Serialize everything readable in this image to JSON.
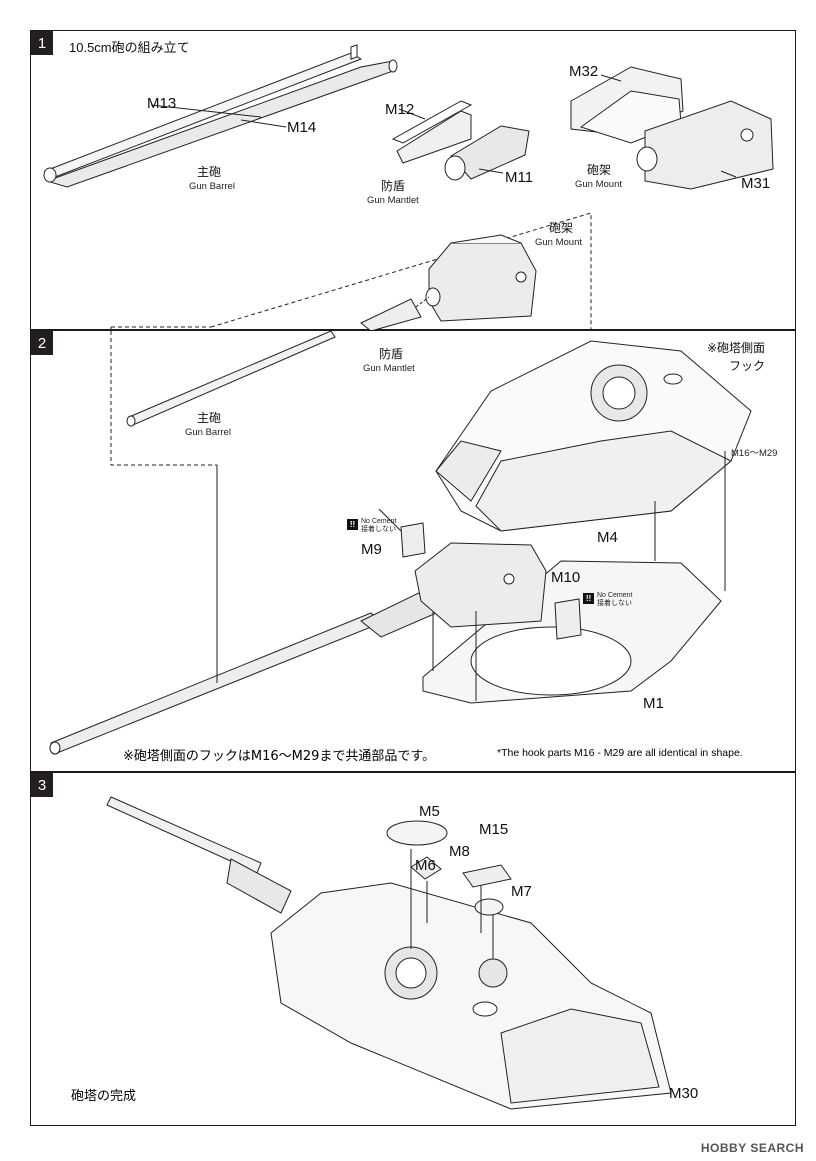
{
  "steps": [
    {
      "number": "1",
      "title": "10.5cm砲の組み立て"
    },
    {
      "number": "2"
    },
    {
      "number": "3",
      "caption": "砲塔の完成"
    }
  ],
  "parts": {
    "m13": "M13",
    "m14": "M14",
    "m12": "M12",
    "m11": "M11",
    "m32": "M32",
    "m31": "M31",
    "m9": "M9",
    "m10": "M10",
    "m4": "M4",
    "m1": "M1",
    "m16_29": "M16～M29",
    "m5": "M5",
    "m15": "M15",
    "m8": "M8",
    "m6": "M6",
    "m7": "M7",
    "m30": "M30"
  },
  "labels": {
    "gun_barrel_jp": "主砲",
    "gun_barrel_en": "Gun Barrel",
    "mantlet_jp": "防盾",
    "mantlet_en": "Gun Mantlet",
    "mount_jp": "砲架",
    "mount_en": "Gun Mount",
    "hook_jp_1": "※砲塔側面",
    "hook_jp_2": "フック",
    "no_cement_en": "No Cement",
    "no_cement_jp": "接着しない",
    "warn_mark": "!!"
  },
  "notes": {
    "hook_note_jp": "※砲塔側面のフックはM16～M29まで共通部品です。",
    "hook_note_en": "*The hook parts M16 - M29 are all identical in shape."
  },
  "watermark": "HOBBY SEARCH"
}
